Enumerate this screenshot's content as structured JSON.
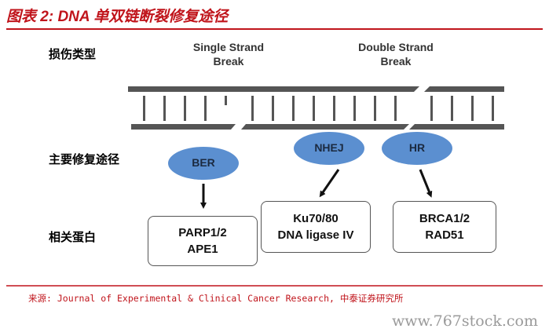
{
  "header": {
    "title": "图表 2: DNA 单双链断裂修复途径"
  },
  "rows": {
    "damage_type": "损伤类型",
    "repair_pathway": "主要修复途径",
    "proteins": "相关蛋白"
  },
  "breaks": {
    "single": {
      "line1": "Single Strand",
      "line2": "Break"
    },
    "double": {
      "line1": "Double Strand",
      "line2": "Break"
    }
  },
  "pathways": {
    "ber": "BER",
    "nhej": "NHEJ",
    "hr": "HR"
  },
  "proteins": {
    "ber": [
      "PARP1/2",
      "APE1"
    ],
    "nhej": [
      "Ku70/80",
      "DNA ligase IV"
    ],
    "hr": [
      "BRCA1/2",
      "RAD51"
    ]
  },
  "footer": {
    "source": "来源: Journal of Experimental & Clinical Cancer Research, 中泰证券研究所",
    "watermark": "www.767stock.com"
  },
  "colors": {
    "accent": "#c0141b",
    "ellipse": "#5b8fd0",
    "dna": "#555555"
  }
}
